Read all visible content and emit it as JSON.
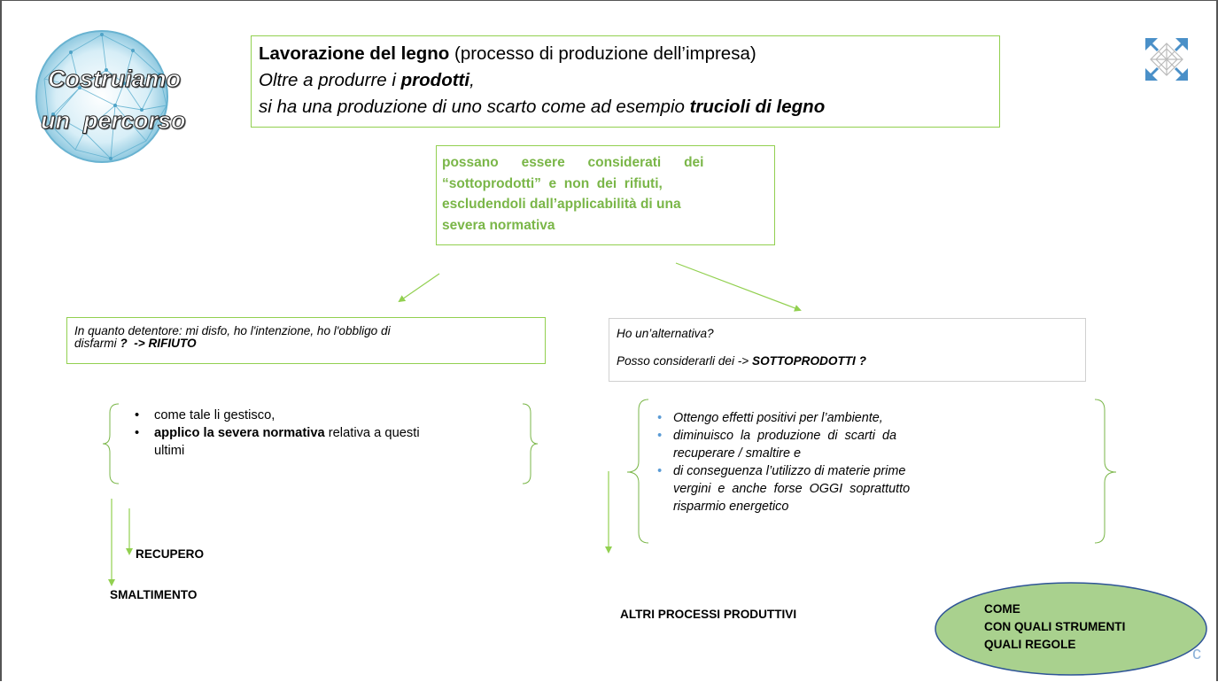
{
  "badge": {
    "line1": "Costruiamo",
    "line2": "un  percorso"
  },
  "title_box": {
    "t1_bold": "Lavorazione del legno",
    "t1_rest": " (processo di produzione dell’impresa)",
    "t2_pre": "Oltre a produrre i ",
    "t2_bold": "prodotti",
    "t2_post": ",",
    "t3_pre": "si ha una produzione di uno scarto come ad esempio ",
    "t3_bold": "trucioli di legno"
  },
  "green_box": {
    "l1": "possano      essere      considerati      dei",
    "l2": "“sottoprodotti”  e  non  dei  rifiuti,",
    "l3": "escludendoli dall’applicabilità di una",
    "l4": "severa normativa"
  },
  "left_box": {
    "l1": "In quanto detentore: mi disfo, ho l'intenzione, ho l'obbligo di",
    "l2_pre": "disfarmi ",
    "l2_bold": "?  -> RIFIUTO"
  },
  "left_list": {
    "item1": "come tale li gestisco,",
    "item2_bold": "applico la severa normativa",
    "item2_rest": " relativa a questi",
    "item2_l2": "ultimi"
  },
  "right_box": {
    "l1": "Ho un’alternativa?",
    "l2_pre": "Posso considerarli dei -> ",
    "l2_bold": "SOTTOPRODOTTI ?"
  },
  "right_list": {
    "item1": "Ottengo effetti positivi per l’ambiente,",
    "item2_l1": "diminuisco  la  produzione  di  scarti  da",
    "item2_l2": "recuperare / smaltire e",
    "item3_l1": "di conseguenza l’utilizzo di materie prime",
    "item3_l2": "vergini  e  anche  forse  OGGI  soprattutto",
    "item3_l3": "risparmio energetico"
  },
  "labels": {
    "recupero": "RECUPERO",
    "smaltimento": "SMALTIMENTO",
    "altri": "ALTRI PROCESSI PRODUTTIVI"
  },
  "oval": {
    "l1": "COME",
    "l2": "CON QUALI STRUMENTI",
    "l3": "QUALI REGOLE"
  },
  "corner_char": "c",
  "colors": {
    "green_border": "#92d050",
    "green_text": "#7ab648",
    "oval_fill": "#a9d18e",
    "oval_border": "#2f5597",
    "logo": "#4a90c8"
  }
}
